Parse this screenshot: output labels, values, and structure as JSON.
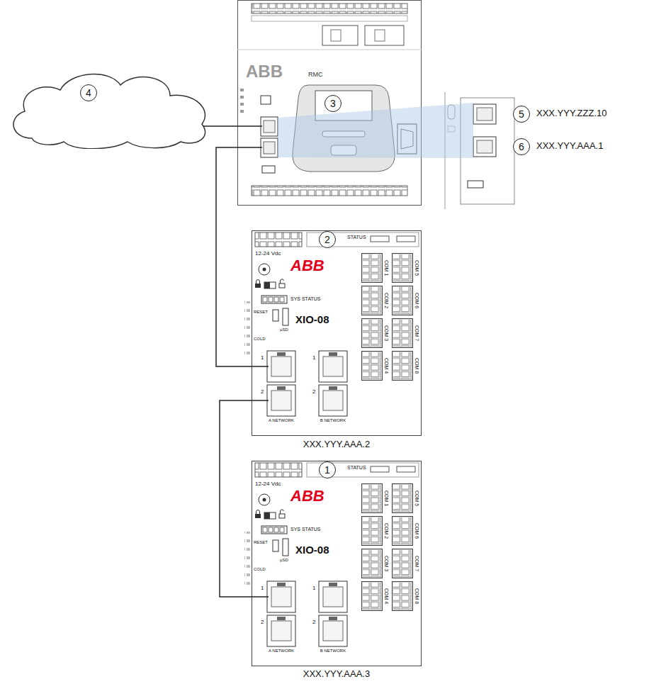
{
  "diagram": {
    "nodes": [
      {
        "text": [
          "4"
        ]
      },
      {
        "text": [
          "ABB",
          "RMC"
        ]
      },
      {
        "text": [
          "12-24 Vdc",
          "ABB",
          "STATUS",
          "SYS STATUS",
          "XIO-08",
          "RESET",
          "COLD",
          "µSD",
          "1",
          "2",
          "1",
          "2",
          "A NETWORK",
          "B NETWORK",
          "COM 1",
          "COM 2",
          "COM 3",
          "COM 4",
          "COM 5",
          "COM 6",
          "COM 7",
          "COM 8"
        ]
      },
      {
        "text": [
          "12-24 Vdc",
          "ABB",
          "STATUS",
          "SYS STATUS",
          "XIO-08",
          "RESET",
          "COLD",
          "µSD",
          "1",
          "2",
          "1",
          "2",
          "A NETWORK",
          "B NETWORK",
          "COM 1",
          "COM 2",
          "COM 3",
          "COM 4",
          "COM 5",
          "COM 6",
          "COM 7",
          "COM 8"
        ]
      }
    ],
    "edges": [
      {
        "from": 0,
        "to": 1,
        "arrow": "none"
      },
      {
        "from": 1,
        "to": 2,
        "arrow": "none"
      },
      {
        "from": 2,
        "to": 3,
        "arrow": "none"
      }
    ],
    "labels": [
      "3",
      "5",
      "XXX.YYY.ZZZ.10",
      "6",
      "XXX.YYY.AAA.1",
      "2",
      "XXX.YYY.AAA.2",
      "1",
      "XXX.YYY.AAA.3"
    ]
  }
}
